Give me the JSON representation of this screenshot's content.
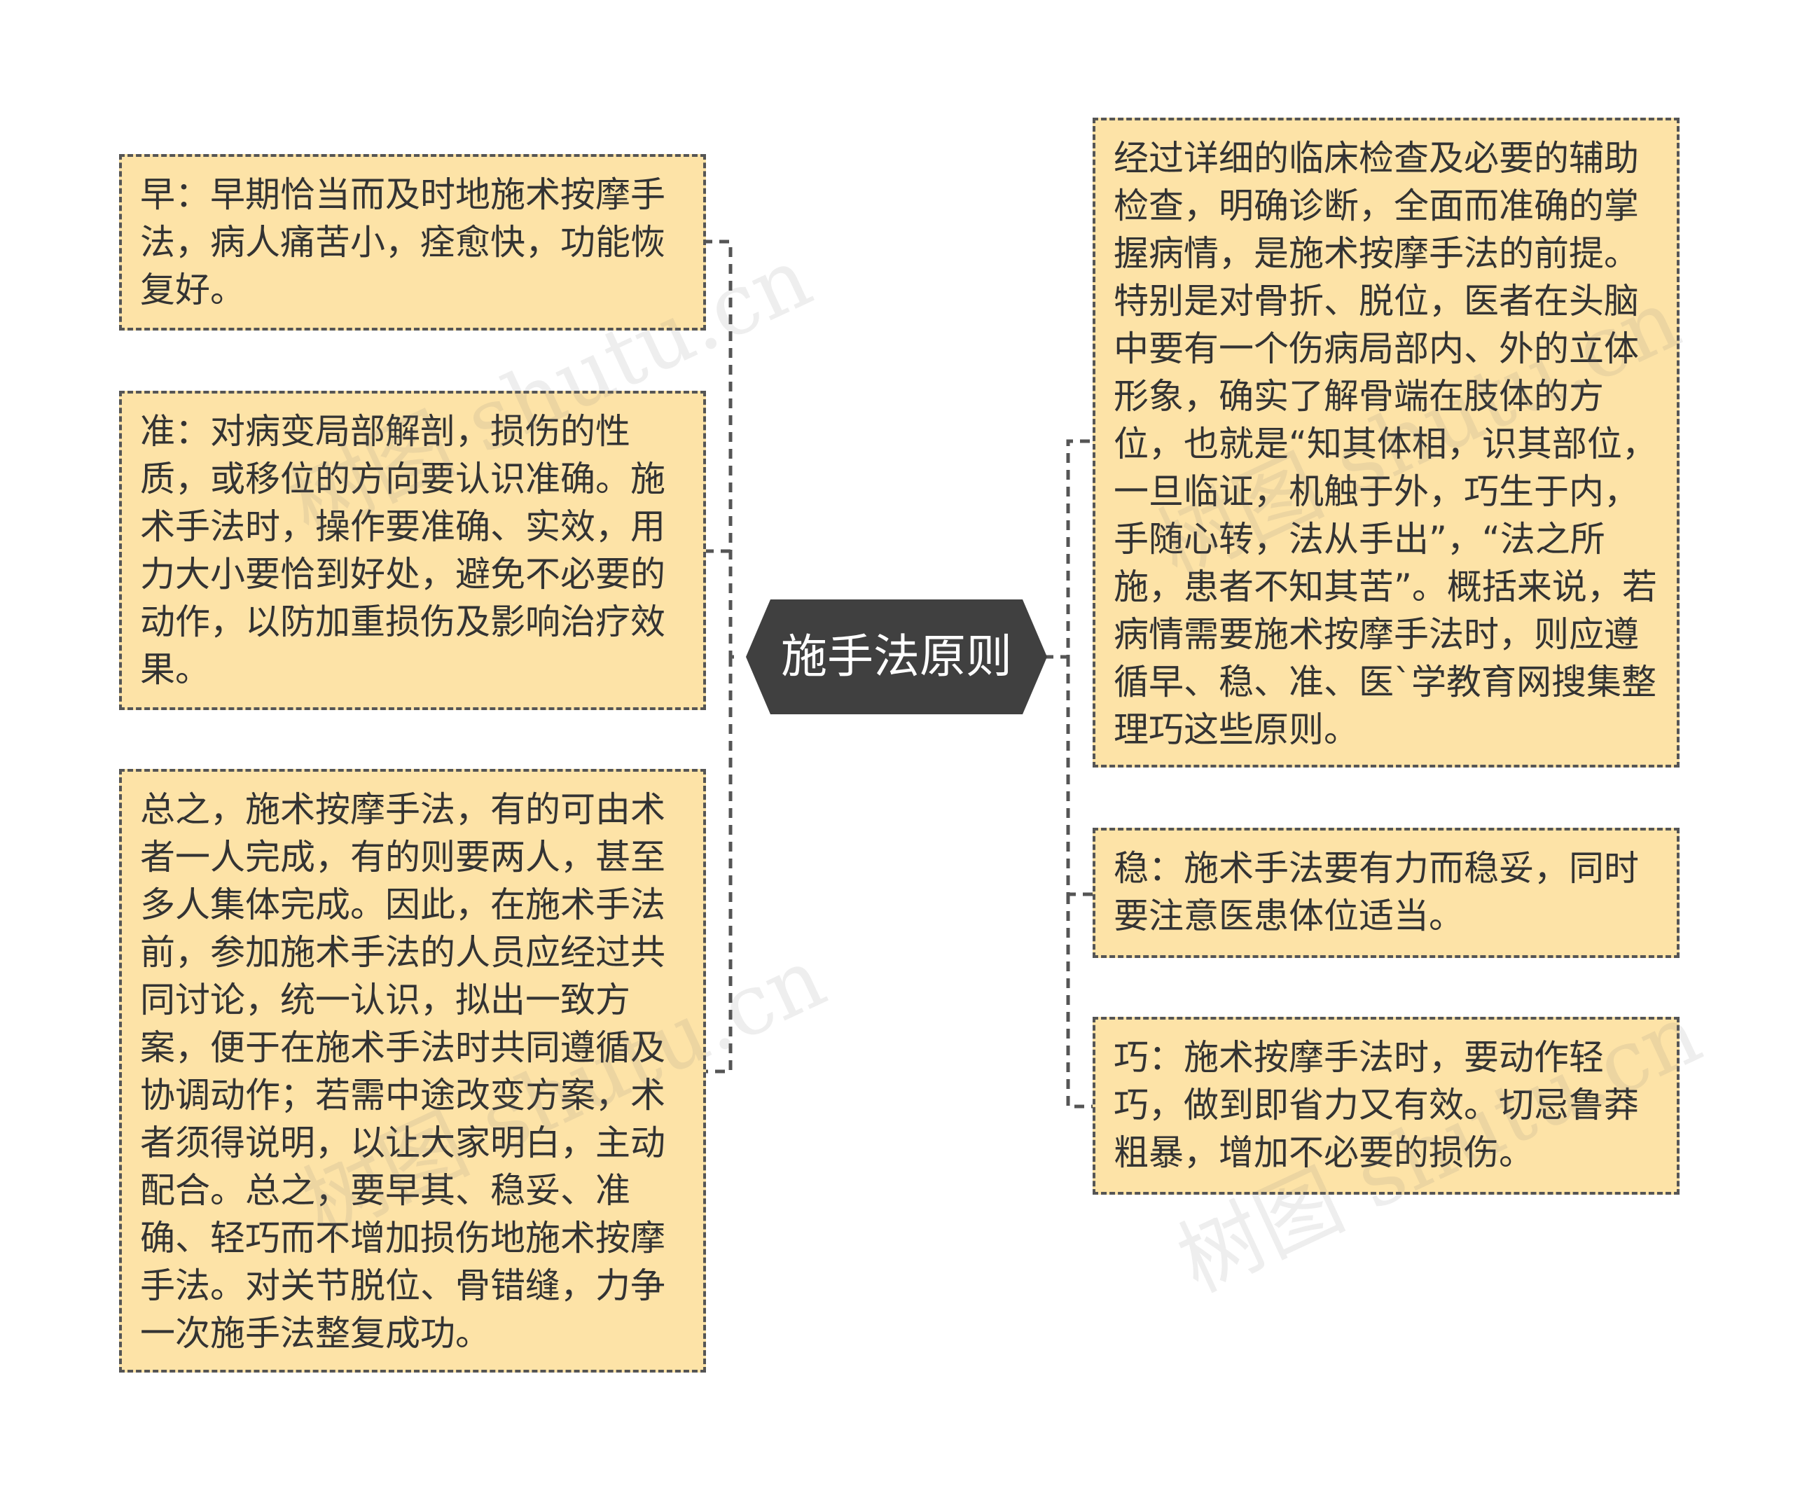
{
  "root": {
    "label": "施手法原则"
  },
  "left_nodes": [
    {
      "text": "早：早期恰当而及时地施术按摩手法，病人痛苦小，痊愈快，功能恢复好。"
    },
    {
      "text": "准：对病变局部解剖，损伤的性质，或移位的方向要认识准确。施术手法时，操作要准确、实效，用力大小要恰到好处，避免不必要的动作，以防加重损伤及影响治疗效果。"
    },
    {
      "text": "总之，施术按摩手法，有的可由术者一人完成，有的则要两人，甚至多人集体完成。因此，在施术手法前，参加施术手法的人员应经过共同讨论，统一认识，拟出一致方案，便于在施术手法时共同遵循及协调动作；若需中途改变方案，术者须得说明，以让大家明白，主动配合。总之，要早其、稳妥、准确、轻巧而不增加损伤地施术按摩手法。对关节脱位、骨错缝，力争一次施手法整复成功。"
    }
  ],
  "right_nodes": [
    {
      "text": "经过详细的临床检查及必要的辅助检查，明确诊断，全面而准确的掌握病情，是施术按摩手法的前提。特别是对骨折、脱位，医者在头脑中要有一个伤病局部内、外的立体形象，确实了解骨端在肢体的方位，也就是“知其体相，识其部位，一旦临证，机触于外，巧生于内，手随心转，法从手出”，“法之所施，患者不知其苦”。概括来说，若病情需要施术按摩手法时，则应遵循早、稳、准、医`学教育网搜集整理巧这些原则。"
    },
    {
      "text": "稳：施术手法要有力而稳妥，同时要注意医患体位适当。"
    },
    {
      "text": "巧：施术按摩手法时，要动作轻巧，做到即省力又有效。切忌鲁莽粗暴，增加不必要的损伤。"
    }
  ],
  "watermark": {
    "text": "树图 shutu.cn"
  },
  "colors": {
    "node_fill": "#fde3a7",
    "node_border": "#555555",
    "root_fill": "#404040",
    "root_text": "#ffffff",
    "connector": "#555555",
    "text": "#333333"
  }
}
